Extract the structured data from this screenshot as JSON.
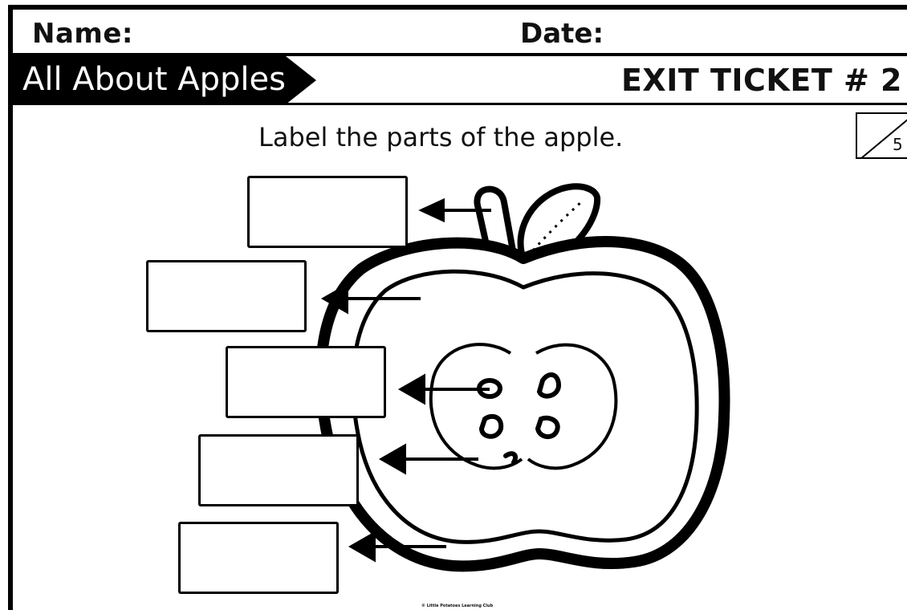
{
  "header": {
    "name_label": "Name:",
    "date_label": "Date:",
    "banner_title": "All About Apples",
    "ticket_title": "EXIT TICKET # 2"
  },
  "score": {
    "total": "5"
  },
  "main": {
    "instructions": "Label the parts of the apple.",
    "label_boxes": [
      "",
      "",
      "",
      "",
      ""
    ]
  },
  "footer": {
    "copyright": "© Little Potatoes Learning Club"
  },
  "icons": {
    "apple": "apple-cross-section-icon",
    "arrows": "arrow-left-icon"
  }
}
